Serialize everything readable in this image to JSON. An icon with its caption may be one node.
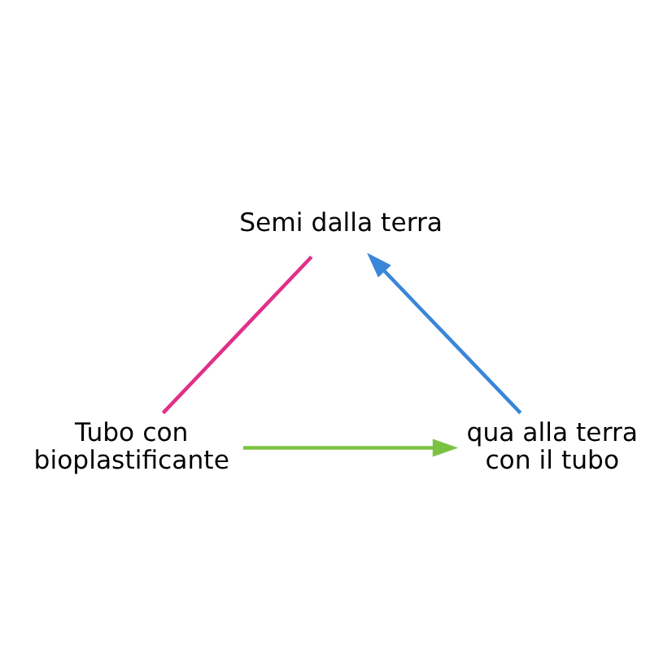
{
  "diagram": {
    "nodes": [
      {
        "text": [
          "Semi dalla terra"
        ]
      },
      {
        "text": [
          "Tubo con bioplastificante"
        ]
      },
      {
        "text": [
          "qua alla terra con il tubo"
        ]
      }
    ],
    "edges": [
      {
        "from": 2,
        "to": 0,
        "arrow": "to",
        "color": "#3a86d8"
      },
      {
        "from": 0,
        "to": 1,
        "arrow": "none",
        "color": "#e0308a"
      },
      {
        "from": 1,
        "to": 2,
        "arrow": "to",
        "color": "#7cc242"
      }
    ]
  }
}
